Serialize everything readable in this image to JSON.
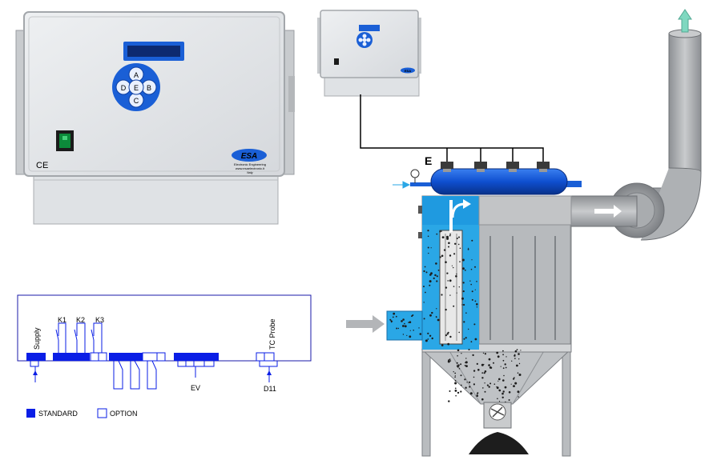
{
  "controller": {
    "brand": "ESA",
    "brand_small": "ESA",
    "subline_1": "Electronic Engineering",
    "subline_2": "www.esaelectronic.it",
    "subline_3": "Italy",
    "ce_mark": "CE",
    "keypad": {
      "up": "A",
      "left": "D",
      "center": "E",
      "right": "B",
      "down": "C"
    }
  },
  "filter": {
    "solenoid_label": "E"
  },
  "wiring": {
    "supply": "Supply",
    "relays": [
      "K1",
      "K2",
      "K3"
    ],
    "tc_probe": "TC Probe",
    "ev": "EV",
    "d11": "D11"
  },
  "legend": {
    "standard": "STANDARD",
    "option": "OPTION"
  },
  "colors": {
    "accent_blue": "#1a5fd6",
    "panel_grey": "#e4e6e9",
    "terminal_blue": "#0a1ee6",
    "hopper_grey": "#b9bcbf",
    "arrow_green": "#7fd8c0"
  }
}
